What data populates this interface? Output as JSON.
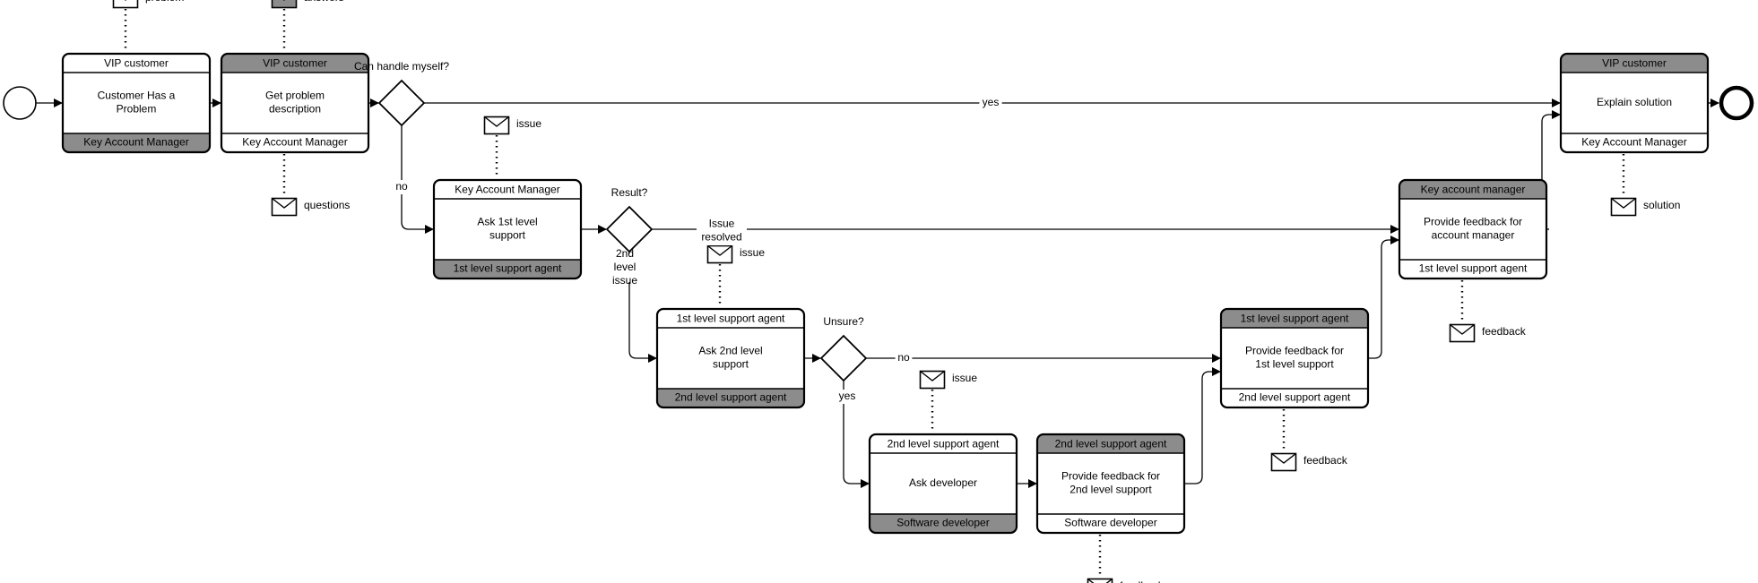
{
  "diagram": {
    "tasks": [
      {
        "id": "t1",
        "top": "VIP customer",
        "name": "Customer Has a Problem",
        "bottom": "Key Account Manager",
        "top_dark": false,
        "bottom_dark": true
      },
      {
        "id": "t2",
        "top": "VIP customer",
        "name": "Get problem description",
        "bottom": "Key Account Manager",
        "top_dark": true,
        "bottom_dark": false
      },
      {
        "id": "t3",
        "top": "Key Account Manager",
        "name": "Ask 1st level support",
        "bottom": "1st level support agent",
        "top_dark": false,
        "bottom_dark": true
      },
      {
        "id": "t4",
        "top": "1st level support agent",
        "name": "Ask 2nd level support",
        "bottom": "2nd level support agent",
        "top_dark": false,
        "bottom_dark": true
      },
      {
        "id": "t5",
        "top": "2nd level support agent",
        "name": "Ask developer",
        "bottom": "Software developer",
        "top_dark": false,
        "bottom_dark": true
      },
      {
        "id": "t6",
        "top": "2nd level support agent",
        "name": "Provide feedback for 2nd level support",
        "bottom": "Software developer",
        "top_dark": true,
        "bottom_dark": false
      },
      {
        "id": "t7",
        "top": "1st level support agent",
        "name": "Provide feedback for 1st level support",
        "bottom": "2nd level support agent",
        "top_dark": true,
        "bottom_dark": false
      },
      {
        "id": "t8",
        "top": "Key account manager",
        "name": "Provide feedback for account manager",
        "bottom": "1st level support agent",
        "top_dark": true,
        "bottom_dark": false
      },
      {
        "id": "t9",
        "top": "VIP customer",
        "name": "Explain solution",
        "bottom": "Key Account Manager",
        "top_dark": true,
        "bottom_dark": false
      }
    ],
    "gateways": [
      {
        "id": "g1",
        "label": "Can handle myself?"
      },
      {
        "id": "g2",
        "label": "Result?"
      },
      {
        "id": "g3",
        "label": "Unsure?"
      }
    ],
    "messages": [
      {
        "id": "m1",
        "label": "problem",
        "dark": false
      },
      {
        "id": "m2",
        "label": "answers",
        "dark": true
      },
      {
        "id": "m3",
        "label": "questions",
        "dark": false
      },
      {
        "id": "m4",
        "label": "issue",
        "dark": false
      },
      {
        "id": "m5",
        "label": "issue",
        "dark": false
      },
      {
        "id": "m6",
        "label": "issue",
        "dark": false
      },
      {
        "id": "m7",
        "label": "feedback",
        "dark": false
      },
      {
        "id": "m8",
        "label": "feedback",
        "dark": false
      },
      {
        "id": "m9",
        "label": "feedback",
        "dark": false
      },
      {
        "id": "m10",
        "label": "solution",
        "dark": false
      }
    ],
    "flow_labels": [
      {
        "id": "f-yes",
        "text": "yes"
      },
      {
        "id": "f-no1",
        "text": "no"
      },
      {
        "id": "f-resolved",
        "text": "Issue resolved"
      },
      {
        "id": "f-2nd",
        "text": "2nd level issue"
      },
      {
        "id": "f-no2",
        "text": "no"
      },
      {
        "id": "f-yes2",
        "text": "yes"
      }
    ]
  }
}
